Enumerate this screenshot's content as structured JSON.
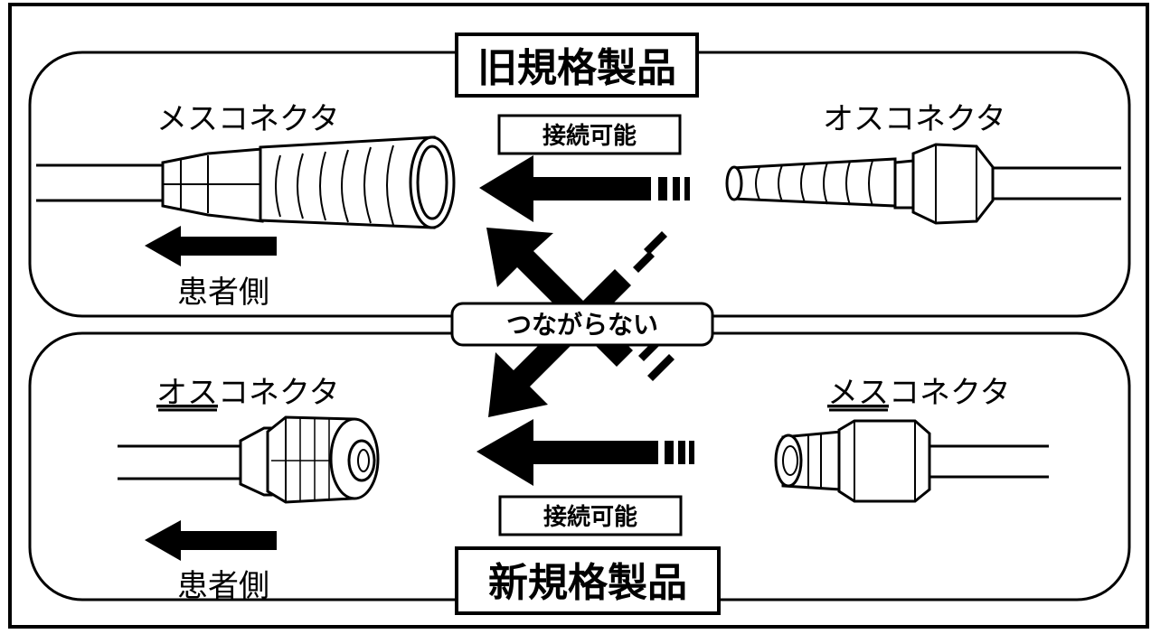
{
  "old_standard": {
    "title": "旧規格製品",
    "female_label": "メスコネクタ",
    "male_label": "オスコネクタ",
    "compatible_label": "接続可能",
    "patient_side_label": "患者側"
  },
  "new_standard": {
    "title": "新規格製品",
    "male_label_underlined": "オス",
    "male_label_rest": "コネクタ",
    "female_label_underlined": "メス",
    "female_label_rest": "コネクタ",
    "compatible_label": "接続可能",
    "patient_side_label": "患者側"
  },
  "cross": {
    "incompatible_label": "つながらない"
  },
  "colors": {
    "ink": "#000000",
    "paper": "#ffffff"
  },
  "icons": [
    "female-connector-old-icon",
    "male-connector-old-icon",
    "male-connector-new-icon",
    "female-connector-new-icon",
    "arrow-left-icon",
    "cross-arrows-icon"
  ]
}
